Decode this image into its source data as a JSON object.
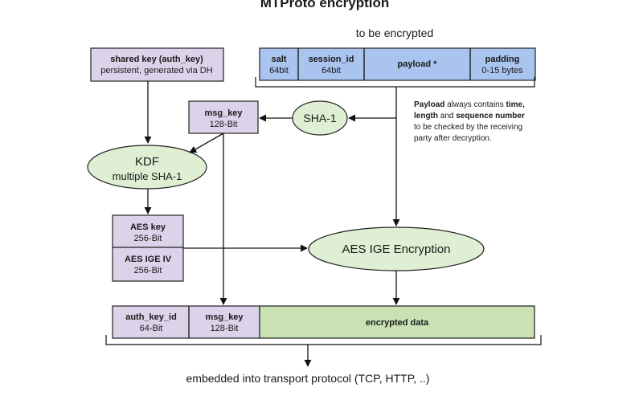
{
  "title": "MTProto encryption",
  "to_be_encrypted_label": "to be encrypted",
  "shared_key": {
    "title": "shared key (auth_key)",
    "subtitle": "persistent, generated via DH"
  },
  "plain_fields": [
    {
      "title": "salt",
      "subtitle": "64bit"
    },
    {
      "title": "session_id",
      "subtitle": "64bit"
    },
    {
      "title": "payload *",
      "subtitle": ""
    },
    {
      "title": "padding",
      "subtitle": "0-15 bytes"
    }
  ],
  "msg_key": {
    "title": "msg_key",
    "subtitle": "128-Bit"
  },
  "sha1": "SHA-1",
  "kdf": {
    "title": "KDF",
    "subtitle": "multiple SHA-1"
  },
  "aes_key": {
    "title": "AES key",
    "subtitle": "256-Bit"
  },
  "aes_iv": {
    "title": "AES IGE IV",
    "subtitle": "256-Bit"
  },
  "aes_encryption": "AES IGE Encryption",
  "payload_note": {
    "line1_bold_a": "Payload",
    "line1_normal": " always contains ",
    "line1_bold_b": "time,",
    "line2_bold_a": "length",
    "line2_normal": " and ",
    "line2_bold_b": "sequence number",
    "line3": "to be checked by the receiving",
    "line4": "party after decryption."
  },
  "output_fields": [
    {
      "title": "auth_key_id",
      "subtitle": "64-Bit"
    },
    {
      "title": "msg_key",
      "subtitle": "128-Bit"
    },
    {
      "title": "encrypted data",
      "subtitle": ""
    }
  ],
  "transport_label": "embedded into transport protocol (TCP, HTTP, ..)",
  "colors": {
    "purple": "#dcd3ea",
    "blue": "#a9c4ee",
    "green": "#c8e2b4",
    "light_green": "#deefd3"
  }
}
